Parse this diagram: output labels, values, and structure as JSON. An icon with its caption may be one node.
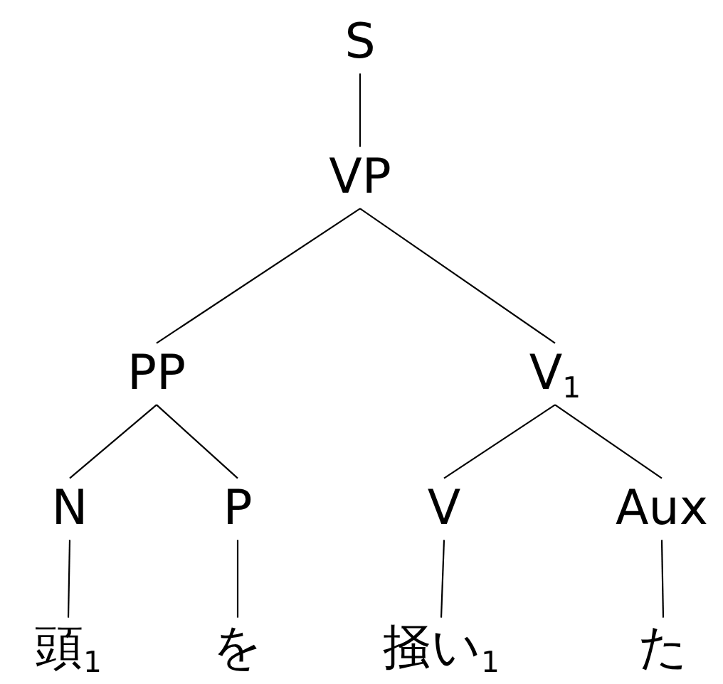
{
  "diagram": {
    "nodes": [
      {
        "text": [
          "S"
        ]
      },
      {
        "text": [
          "VP"
        ]
      },
      {
        "text": [
          "PP"
        ]
      },
      {
        "text": [
          "V$_{1}$"
        ]
      },
      {
        "text": [
          "N"
        ]
      },
      {
        "text": [
          "P"
        ]
      },
      {
        "text": [
          "V"
        ]
      },
      {
        "text": [
          "Aux"
        ]
      },
      {
        "text": [
          "頭$_{1}$"
        ]
      },
      {
        "text": [
          "を"
        ]
      },
      {
        "text": [
          "掻い$_{1}$"
        ]
      },
      {
        "text": [
          "た"
        ]
      }
    ],
    "edges": [
      {
        "from": 0,
        "to": 1,
        "arrow": "none"
      },
      {
        "from": 1,
        "to": 2,
        "arrow": "none"
      },
      {
        "from": 1,
        "to": 3,
        "arrow": "none"
      },
      {
        "from": 2,
        "to": 4,
        "arrow": "none"
      },
      {
        "from": 2,
        "to": 5,
        "arrow": "none"
      },
      {
        "from": 3,
        "to": 6,
        "arrow": "none"
      },
      {
        "from": 3,
        "to": 7,
        "arrow": "none"
      },
      {
        "from": 4,
        "to": 8,
        "arrow": "none"
      },
      {
        "from": 5,
        "to": 9,
        "arrow": "none"
      },
      {
        "from": 6,
        "to": 10,
        "arrow": "none"
      },
      {
        "from": 7,
        "to": 11,
        "arrow": "none"
      }
    ]
  }
}
